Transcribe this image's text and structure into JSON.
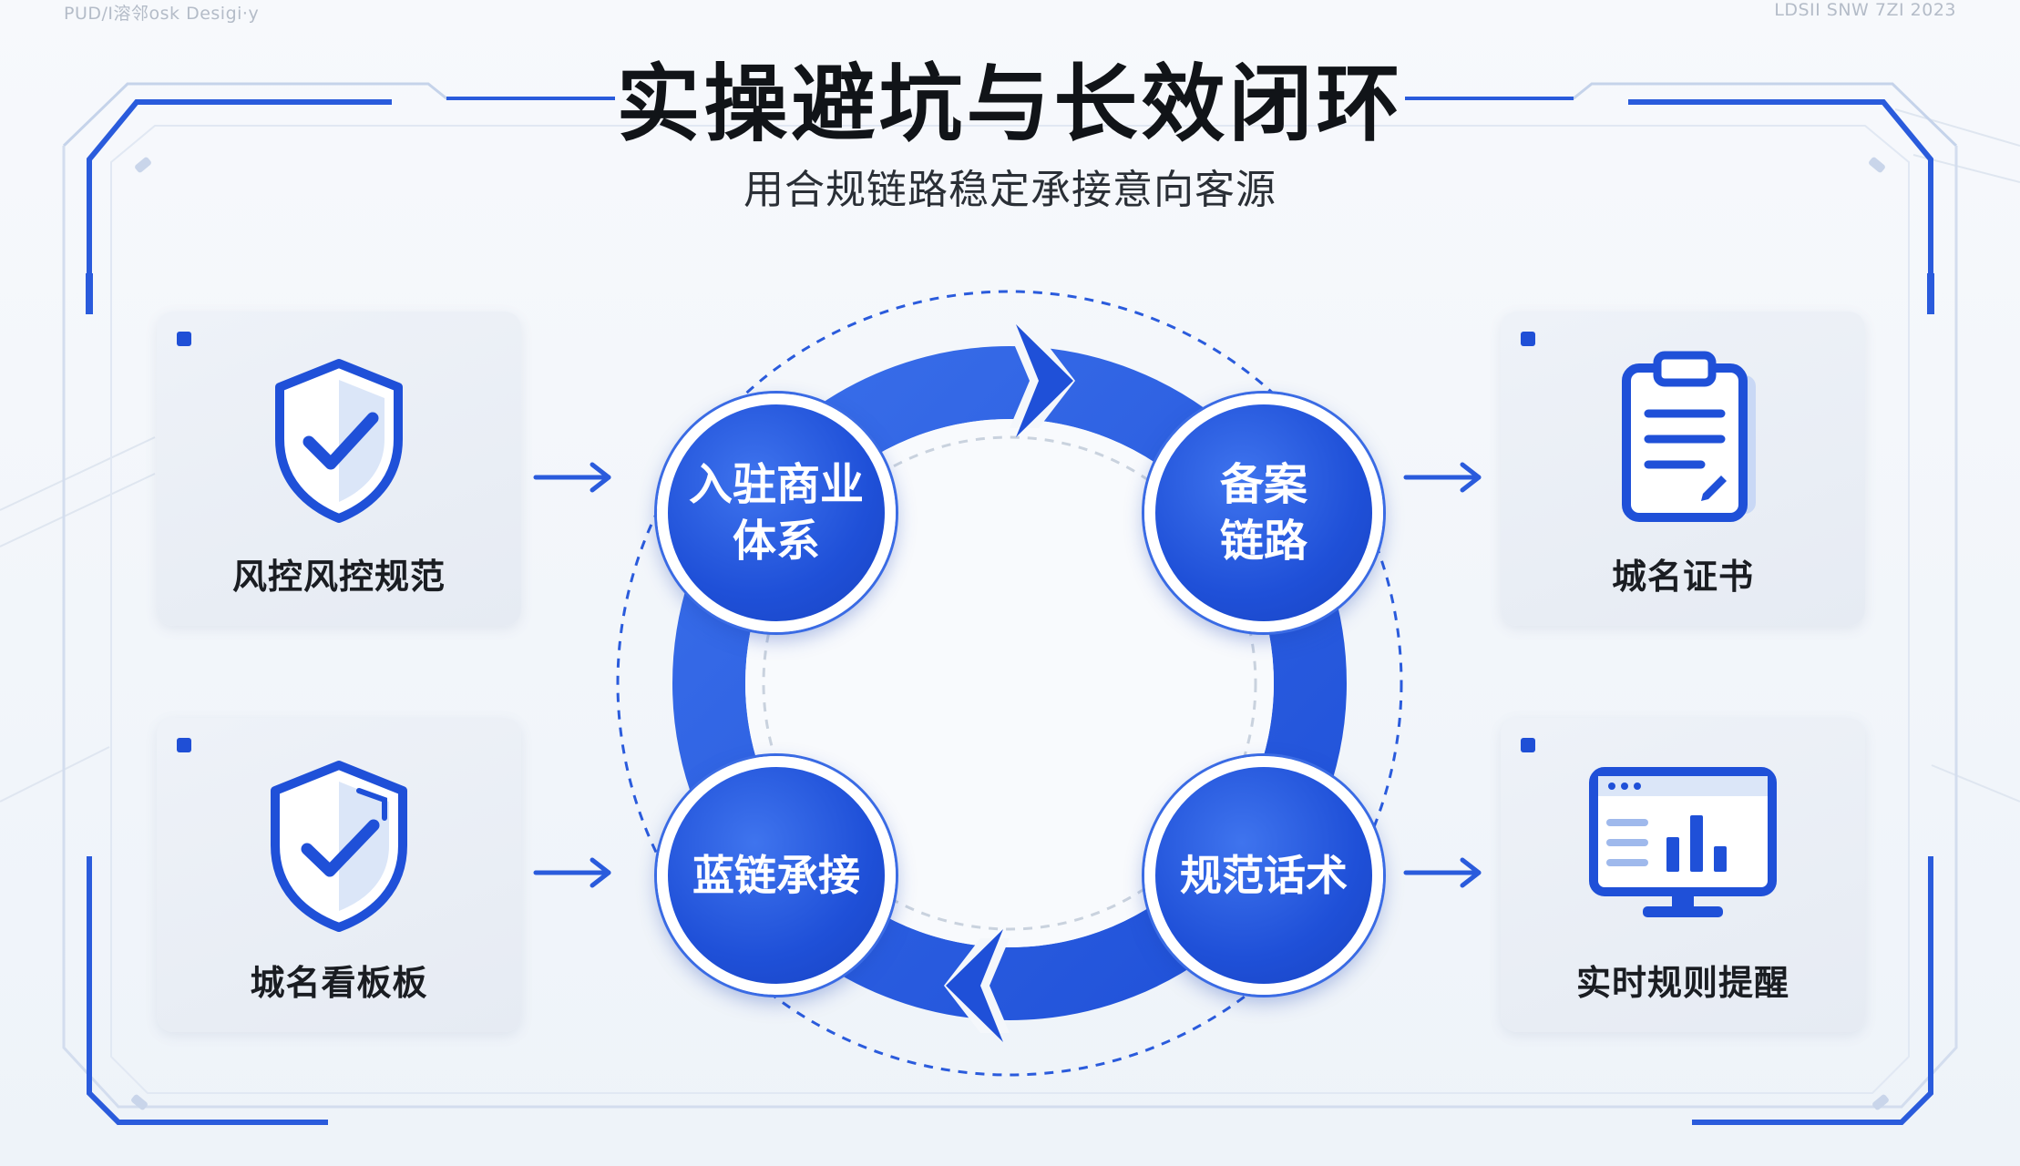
{
  "header": {
    "corner_left": "PUD/I溶邻osk Desigi·y",
    "corner_right": "LDSII SNW 7ZI 2023",
    "title": "实操避坑与长效闭环",
    "subtitle": "用合规链路稳定承接意向客源"
  },
  "left_cards": [
    {
      "label": "风控风控规范",
      "icon": "shield-check-icon"
    },
    {
      "label": "城名看板板",
      "icon": "shield-check-icon"
    }
  ],
  "cycle_nodes": {
    "top_left": "入驻商业体系",
    "top_right": "备案链路",
    "bottom_left": "蓝链承接",
    "bottom_right": "规范话术"
  },
  "right_cards": [
    {
      "label": "城名证书",
      "icon": "clipboard-icon"
    },
    {
      "label": "实时规则提醒",
      "icon": "monitor-chart-icon"
    }
  ],
  "colors": {
    "accent": "#1f50d8",
    "accent_light": "#3f74ee",
    "frame": "#2a5bdc",
    "card_bg": "#eaeff6",
    "title": "#111418"
  }
}
